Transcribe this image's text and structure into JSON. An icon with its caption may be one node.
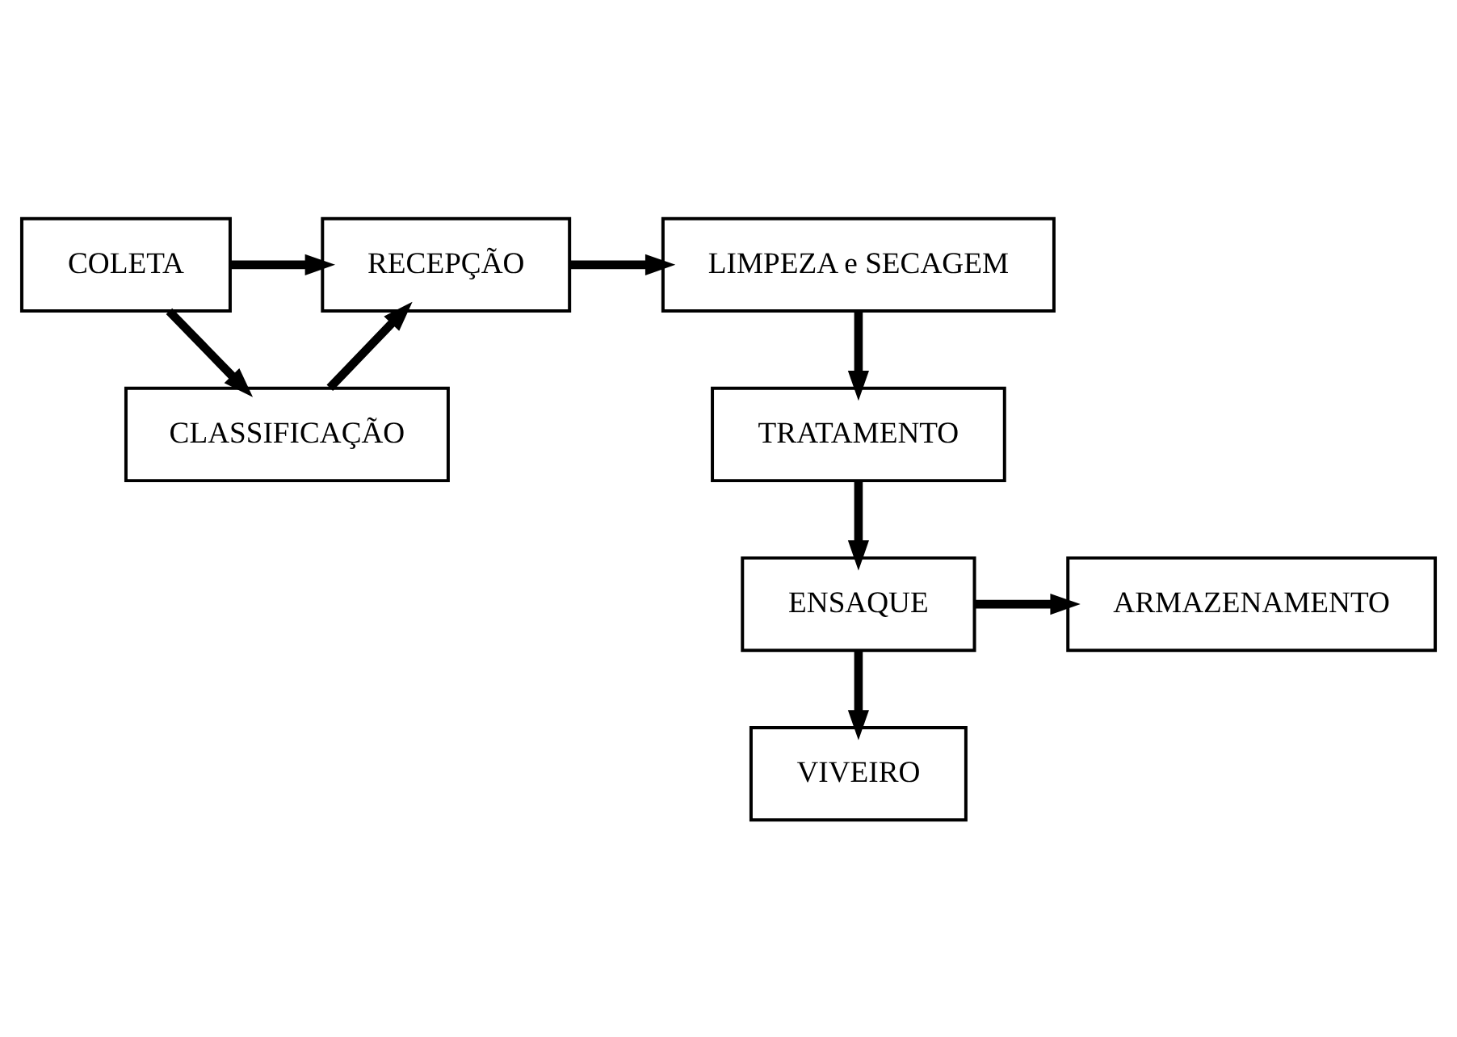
{
  "diagram": {
    "nodes": [
      {
        "text": [
          "COLETA"
        ]
      },
      {
        "text": [
          "RECEPÇÃO"
        ]
      },
      {
        "text": [
          "LIMPEZA e SECAGEM"
        ]
      },
      {
        "text": [
          "CLASSIFICAÇÃO"
        ]
      },
      {
        "text": [
          "TRATAMENTO"
        ]
      },
      {
        "text": [
          "ARMAZENAMENTO"
        ]
      },
      {
        "text": [
          "ENSAQUE"
        ]
      },
      {
        "text": [
          "VIVEIRO"
        ]
      }
    ],
    "edges": [
      {
        "from": 0,
        "to": 1,
        "arrow": "to"
      },
      {
        "from": 1,
        "to": 2,
        "arrow": "to"
      },
      {
        "from": 0,
        "to": 3,
        "arrow": "to"
      },
      {
        "from": 3,
        "to": 1,
        "arrow": "to"
      },
      {
        "from": 2,
        "to": 4,
        "arrow": "to"
      },
      {
        "from": 4,
        "to": 6,
        "arrow": "to"
      },
      {
        "from": 6,
        "to": 5,
        "arrow": "to"
      },
      {
        "from": 6,
        "to": 7,
        "arrow": "to"
      }
    ]
  }
}
